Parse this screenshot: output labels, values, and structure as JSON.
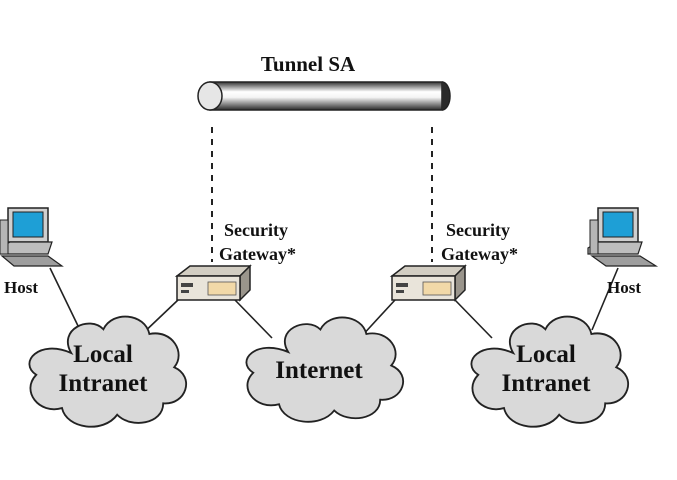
{
  "tunnel": {
    "label": "Tunnel SA"
  },
  "gateways": [
    {
      "line1": "Security",
      "line2": "Gateway*"
    },
    {
      "line1": "Security",
      "line2": "Gateway*"
    }
  ],
  "hosts": [
    {
      "label": "Host"
    },
    {
      "label": "Host"
    }
  ],
  "clouds": [
    {
      "line1": "Local",
      "line2": "Intranet"
    },
    {
      "line1": "Internet",
      "line2": ""
    },
    {
      "line1": "Local",
      "line2": "Intranet"
    }
  ],
  "colors": {
    "cloud_fill": "#d9d9d9",
    "cloud_edge": "#222222",
    "monitor_screen": "#1e9fd6",
    "gateway_body": "#e9e4da",
    "gateway_panel": "#f2d9a8",
    "line": "#222222"
  }
}
